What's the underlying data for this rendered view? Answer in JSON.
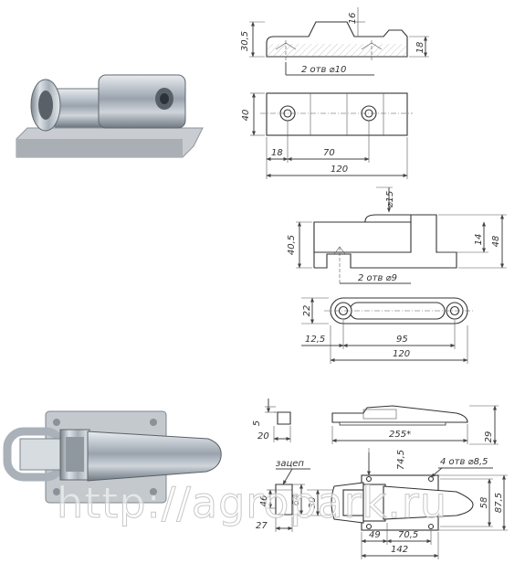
{
  "part1": {
    "side": {
      "d_30_5": "30,5",
      "d_16": "16",
      "d_18": "18",
      "holes": "2 отв ⌀10"
    },
    "top": {
      "d_40": "40",
      "d_18": "18",
      "d_70": "70",
      "d_120": "120"
    }
  },
  "part2": {
    "side": {
      "d_15": "⌀15",
      "d_40_5": "40,5",
      "d_14": "14",
      "d_48": "48",
      "holes": "2 отв ⌀9"
    },
    "top": {
      "d_22": "22",
      "d_12_5": "12,5",
      "d_95": "95",
      "d_120": "120"
    }
  },
  "part3": {
    "catch": {
      "d_5": "5",
      "d_20": "20",
      "label": "зацеп",
      "d_46": "46",
      "d_64": "64",
      "d_27": "27"
    },
    "side": {
      "d_255": "255*",
      "d_29": "29"
    },
    "top": {
      "d_74_5": "74,5",
      "holes": "4 отв ⌀8,5",
      "d_30": "30",
      "d_58": "58",
      "d_87_5": "87,5",
      "d_49": "49",
      "d_70_5": "70,5",
      "d_142": "142"
    }
  },
  "watermark": "http://agropark.ru"
}
